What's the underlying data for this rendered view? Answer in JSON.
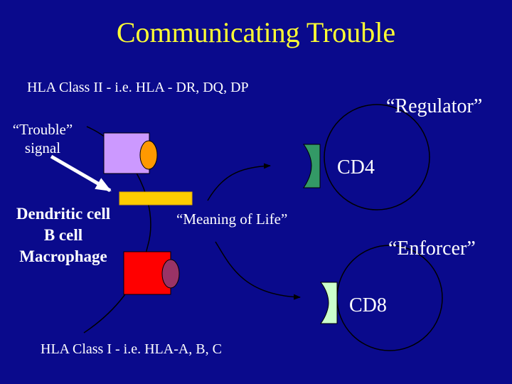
{
  "title": "Communicating Trouble",
  "labels": {
    "hla_class_ii": "HLA Class II - i.e. HLA - DR, DQ, DP",
    "regulator": "“Regulator”",
    "trouble_line1": "“Trouble”",
    "trouble_line2": "signal",
    "cd4": "CD4",
    "cell_types": [
      "Dendritic cell",
      "B cell",
      "Macrophage"
    ],
    "meaning_of_life": "“Meaning of Life”",
    "enforcer": "“Enforcer”",
    "cd8": "CD8",
    "hla_class_i": "HLA Class I - i.e. HLA-A, B, C"
  },
  "colors": {
    "background": "#0a0a8c",
    "title": "#ffff33",
    "hla_class_ii_block": "#cc99ff",
    "hla_class_ii_knob": "#ff9900",
    "hla_class_i_block": "#ff0000",
    "hla_class_i_knob": "#993366",
    "peptide": "#ffcc00",
    "cd4_receptor": "#339966",
    "cd8_receptor": "#ccffcc",
    "lines": "#000000"
  }
}
